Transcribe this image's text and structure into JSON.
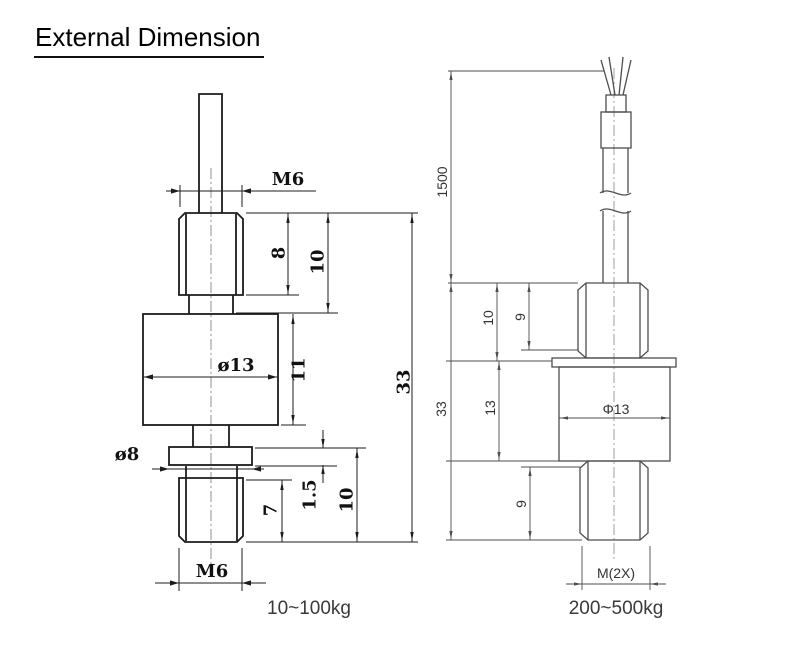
{
  "title": "External Dimension",
  "left_figure": {
    "caption": "10~100kg",
    "labels": {
      "thread_top": "M6",
      "stud_height": "8",
      "upper_section_height": "10",
      "body_diameter": "ø13",
      "body_height": "11",
      "overall_height": "33",
      "flange_diameter": "ø8",
      "flange_thickness": "1.5",
      "lower_stud_height": "7",
      "lower_section_height": "10",
      "thread_bottom": "M6"
    }
  },
  "right_figure": {
    "caption": "200~500kg",
    "labels": {
      "cable_length": "1500",
      "upper_section_height": "10",
      "upper_thread_length": "9",
      "overall_height": "33",
      "body_height": "13",
      "body_diameter": "Φ13",
      "lower_thread_length": "9",
      "thread_spec": "M(2X)"
    }
  }
}
